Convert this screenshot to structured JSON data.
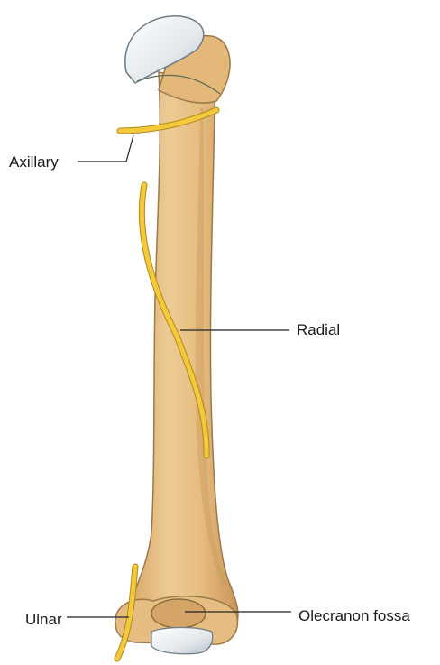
{
  "labels": {
    "axillary": "Axillary",
    "radial": "Radial",
    "ulnar": "Ulnar",
    "olecranon": "Olecranon fossa"
  },
  "colors": {
    "bone": "#e9c38a",
    "bone_shadow": "#c99b5e",
    "bone_outline": "#9a7a4a",
    "cartilage": "#e8ecef",
    "cartilage_shadow": "#b9c3cc",
    "nerve": "#f4c93b",
    "nerve_outline": "#b08a1a",
    "leader_line": "#222222"
  },
  "icons": [
    "humerus-bone-illustration",
    "nerve-strand"
  ]
}
